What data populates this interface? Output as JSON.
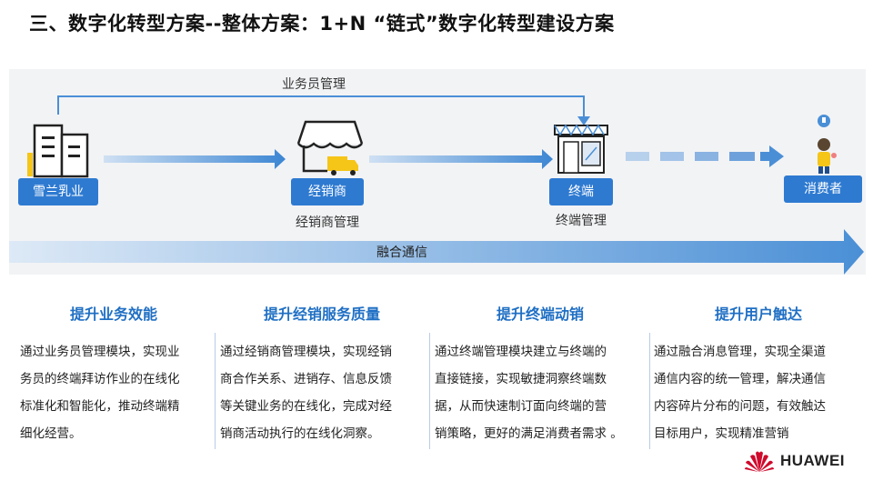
{
  "title": "三、数字化转型方案--整体方案：1+N “链式”数字化转型建设方案",
  "diagram": {
    "top_arrow_label": "业务员管理",
    "nodes": [
      {
        "label": "雪兰乳业",
        "sub": ""
      },
      {
        "label": "经销商",
        "sub": "经销商管理"
      },
      {
        "label": "终端",
        "sub": "终端管理"
      },
      {
        "label": "消费者",
        "sub": ""
      }
    ],
    "bottom_band_label": "融合通信"
  },
  "columns": [
    {
      "title": "提升业务效能",
      "lines": [
        "通过业务员管理模块，实现业",
        "务员的终端拜访作业的在线化",
        "标准化和智能化，推动终端精",
        "细化经营。"
      ]
    },
    {
      "title": "提升经销服务质量",
      "lines": [
        "通过经销商管理模块，实现经销",
        "商合作关系、进销存、信息反馈",
        "等关键业务的在线化，完成对经",
        "销商活动执行的在线化洞察。"
      ]
    },
    {
      "title": "提升终端动销",
      "lines": [
        "通过终端管理模块建立与终端的",
        "直接链接，实现敏捷洞察终端数",
        "据，从而快速制订面向终端的营",
        "销策略，更好的满足消费者需求 。"
      ]
    },
    {
      "title": "提升用户触达",
      "lines": [
        "通过融合消息管理，实现全渠道",
        "通信内容的统一管理，解决通信",
        "内容碎片分布的问题，有效触达",
        "目标用户，实现精准营销"
      ]
    }
  ],
  "brand": {
    "name": "HUAWEI"
  },
  "colors": {
    "accent": "#2e7ad1",
    "title_blue": "#1f6fc4",
    "panel_bg": "#f2f3f5",
    "icon_yellow": "#f5c518"
  }
}
